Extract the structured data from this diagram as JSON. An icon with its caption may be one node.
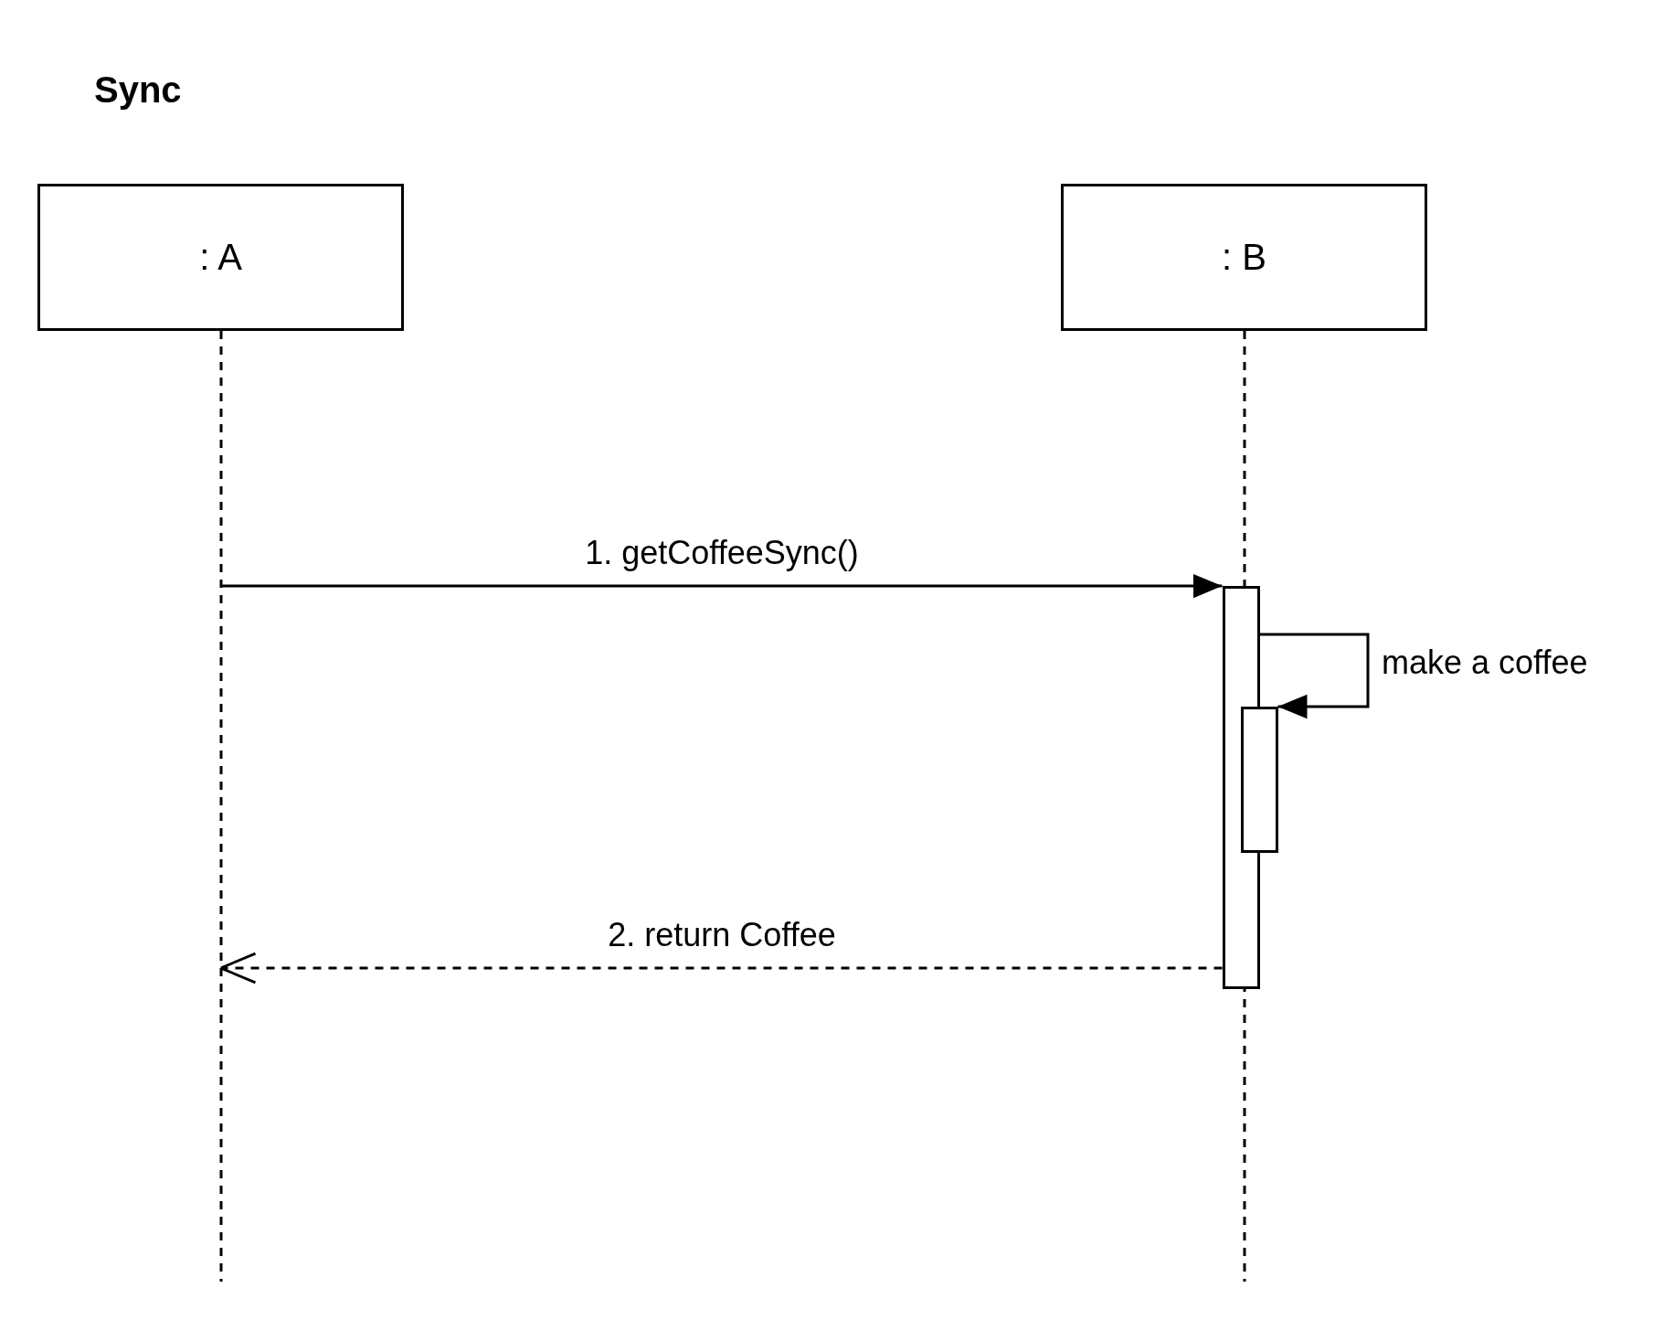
{
  "diagram": {
    "title": "Sync",
    "nodes": [
      {
        "text": [
          ": A"
        ]
      },
      {
        "text": [
          ": B"
        ]
      },
      {
        "text": [],
        "shape": "bar",
        "in": 1
      },
      {
        "text": [],
        "shape": "bar",
        "in": 1
      }
    ],
    "edges": [
      {
        "from": 0,
        "to": 2,
        "arrow": "to",
        "label": "1. getCoffeeSync()"
      },
      {
        "from": 2,
        "to": 3,
        "arrow": "to",
        "label": "make a coffee"
      },
      {
        "from": 2,
        "to": 0,
        "arrow": "to",
        "label": "2. return Coffee",
        "style": "dashed"
      }
    ]
  }
}
